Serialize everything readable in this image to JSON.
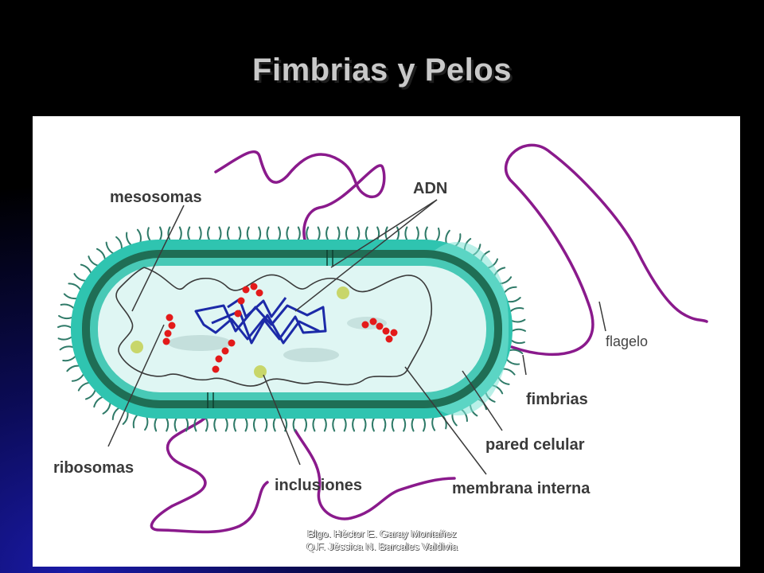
{
  "slide": {
    "title": "Fimbrias y Pelos",
    "footer_line1": "Blgo. Héctor E. Garay Montañez",
    "footer_line2": "Q.F. Jéssica N. Barcales Valdivia"
  },
  "diagram": {
    "labels": {
      "mesosomas": "mesosomas",
      "adn": "ADN",
      "flagelo": "flagelo",
      "fimbrias": "fimbrias",
      "pared_celular": "pared celular",
      "membrana_interna": "membrana interna",
      "inclusiones": "inclusiones",
      "ribosomas": "ribosomas"
    },
    "colors": {
      "capsule": "#2fc4b0",
      "capsule_light": "#7fe3d6",
      "cell_wall": "#1f6e55",
      "cytoplasm": "#dff6f3",
      "dna": "#1c2aa8",
      "ribosomes": "#e31a1a",
      "inclusions": "#c8d66a",
      "flagella": "#8a1a8c",
      "fimbriae": "#2f7a68"
    }
  }
}
